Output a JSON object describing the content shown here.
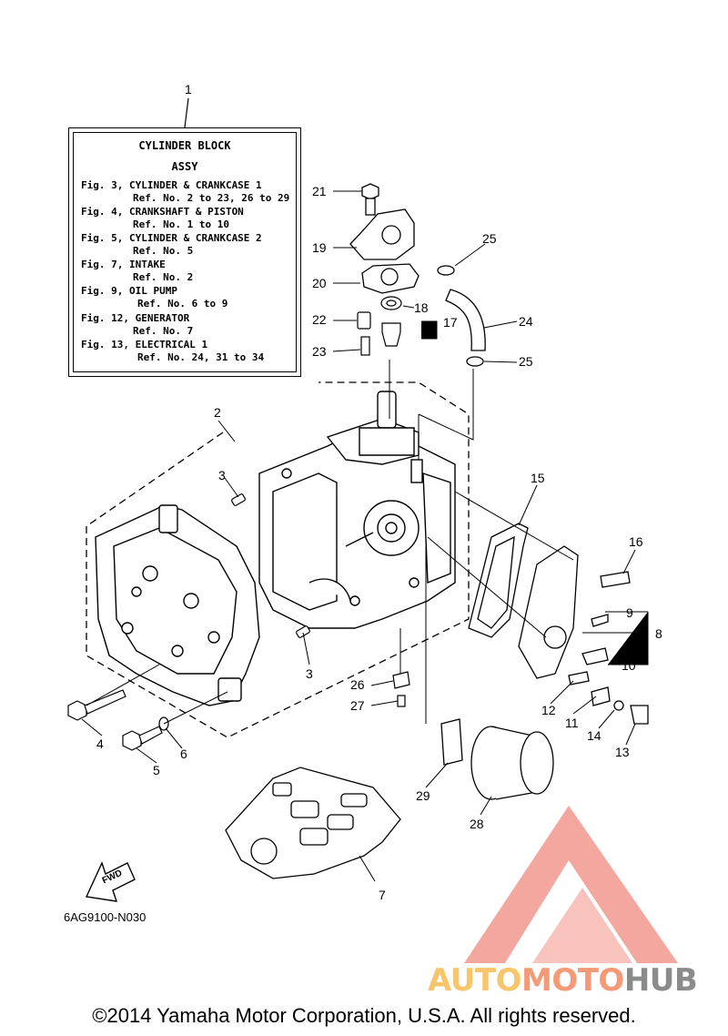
{
  "legend": {
    "title_line1": "CYLINDER BLOCK",
    "title_line2": "ASSY",
    "lines": [
      "Fig. 3, CYLINDER & CRANKCASE 1",
      "Ref. No. 2 to 23, 26 to 29",
      "Fig. 4, CRANKSHAFT & PISTON",
      "Ref. No. 1 to 10",
      "Fig. 5, CYLINDER & CRANKCASE 2",
      "Ref. No. 5",
      "Fig. 7, INTAKE",
      "Ref. No. 2",
      "Fig. 9, OIL PUMP",
      "Ref. No. 6 to 9",
      "Fig. 12, GENERATOR",
      "Ref. No. 7",
      "Fig. 13, ELECTRICAL 1",
      "Ref. No. 24, 31 to 34"
    ]
  },
  "callouts": [
    "1",
    "2",
    "3",
    "3",
    "4",
    "5",
    "6",
    "7",
    "8",
    "9",
    "10",
    "11",
    "12",
    "13",
    "14",
    "15",
    "16",
    "17",
    "18",
    "19",
    "20",
    "21",
    "22",
    "23",
    "24",
    "25",
    "25",
    "26",
    "27",
    "28",
    "29"
  ],
  "fwd_label": "FWD",
  "diagram_code": "6AG9100-N030",
  "copyright": "©2014 Yamaha Motor Corporation, U.S.A. All rights reserved.",
  "watermark": {
    "part1": "AUTO",
    "part2": "MOTO",
    "part3": "HUB"
  },
  "colors": {
    "line": "#000000",
    "logo_red": "#f08a80",
    "logo_yellow": "#f7c56b",
    "logo_gray": "#8b8b8b"
  }
}
